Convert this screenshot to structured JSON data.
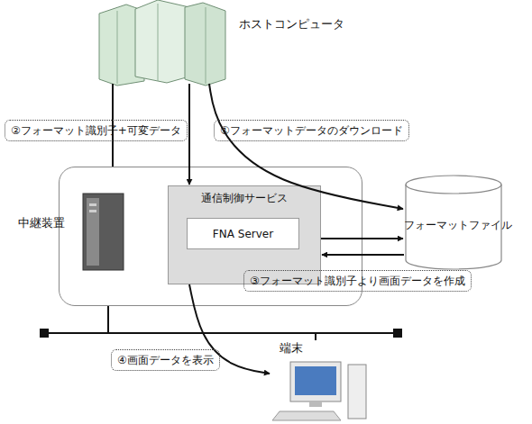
{
  "diagram": {
    "nodes": [
      {
        "text": [
          "ホストコンピュータ"
        ]
      },
      {
        "text": [
          "中継装置"
        ]
      },
      {
        "text": [
          "通信制御サービス"
        ],
        "in": 1
      },
      {
        "text": [
          "FNA Server"
        ],
        "in": 2
      },
      {
        "text": [
          "フォーマットファイル"
        ]
      },
      {
        "text": [
          "端末"
        ]
      }
    ],
    "edges": [
      {
        "from": 0,
        "to": 1,
        "arrow": "none"
      },
      {
        "from": 0,
        "to": 2,
        "label": "②フォーマット識別子+可変データ",
        "arrow": "to"
      },
      {
        "from": 0,
        "to": 4,
        "label": "①フォーマットデータのダウンロード",
        "arrow": "to"
      },
      {
        "from": 2,
        "to": 4,
        "arrow": "to"
      },
      {
        "from": 4,
        "to": 2,
        "arrow": "to"
      },
      {
        "from": 2,
        "to": 5,
        "label": "④画面データを表示",
        "arrow": "to"
      },
      {
        "from": 1,
        "to": 5,
        "arrow": "none"
      }
    ],
    "labels": [
      "③フォーマット識別子より画面データを作成"
    ]
  }
}
